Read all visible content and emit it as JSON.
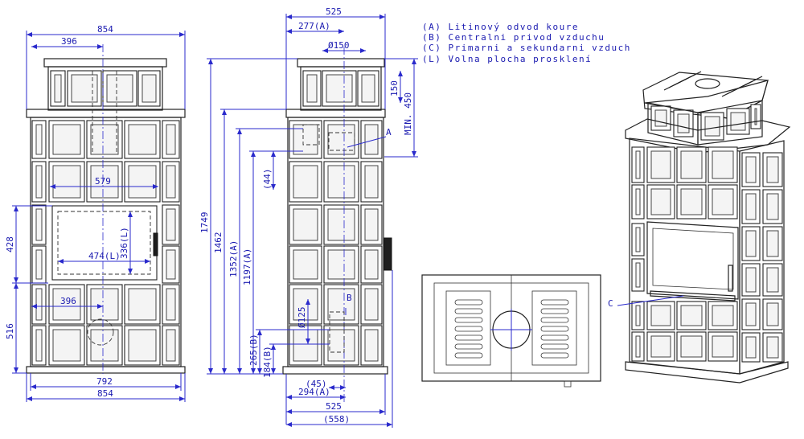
{
  "legend": {
    "items": [
      "(A)  Litinový odvod koure",
      "(B)  Centralni privod vzduchu",
      "(C)  Primarni a sekundarni vzduch",
      "(L)  Volna plocha prosklení"
    ]
  },
  "front_view": {
    "dim_overall_width": "854",
    "dim_top_width": "396",
    "dim_upper_window": "579",
    "dim_glass_width": "474(L)",
    "dim_glass_height": "336(L)",
    "dim_left_upper": "428",
    "dim_left_lower": "516",
    "dim_ash": "396",
    "dim_base": "792",
    "dim_base_overall": "854"
  },
  "side_view": {
    "dim_top": "525",
    "dim_a": "277(A)",
    "dim_flue": "Ø150",
    "dim_150": "150",
    "dim_min450": "MIN. 450",
    "label_a": "A",
    "label_b": "B",
    "dim_44": "(44)",
    "dim_1749": "1749",
    "dim_1462": "1462",
    "dim_1352": "1352(A)",
    "dim_1197": "1197(A)",
    "dim_265": "265(B)",
    "dim_184": "184(B)",
    "dim_125": "Ø125",
    "dim_45": "(45)",
    "dim_294": "294(A)",
    "dim_525b": "525",
    "dim_558": "(558)"
  },
  "iso_view": {
    "label_c": "C"
  }
}
